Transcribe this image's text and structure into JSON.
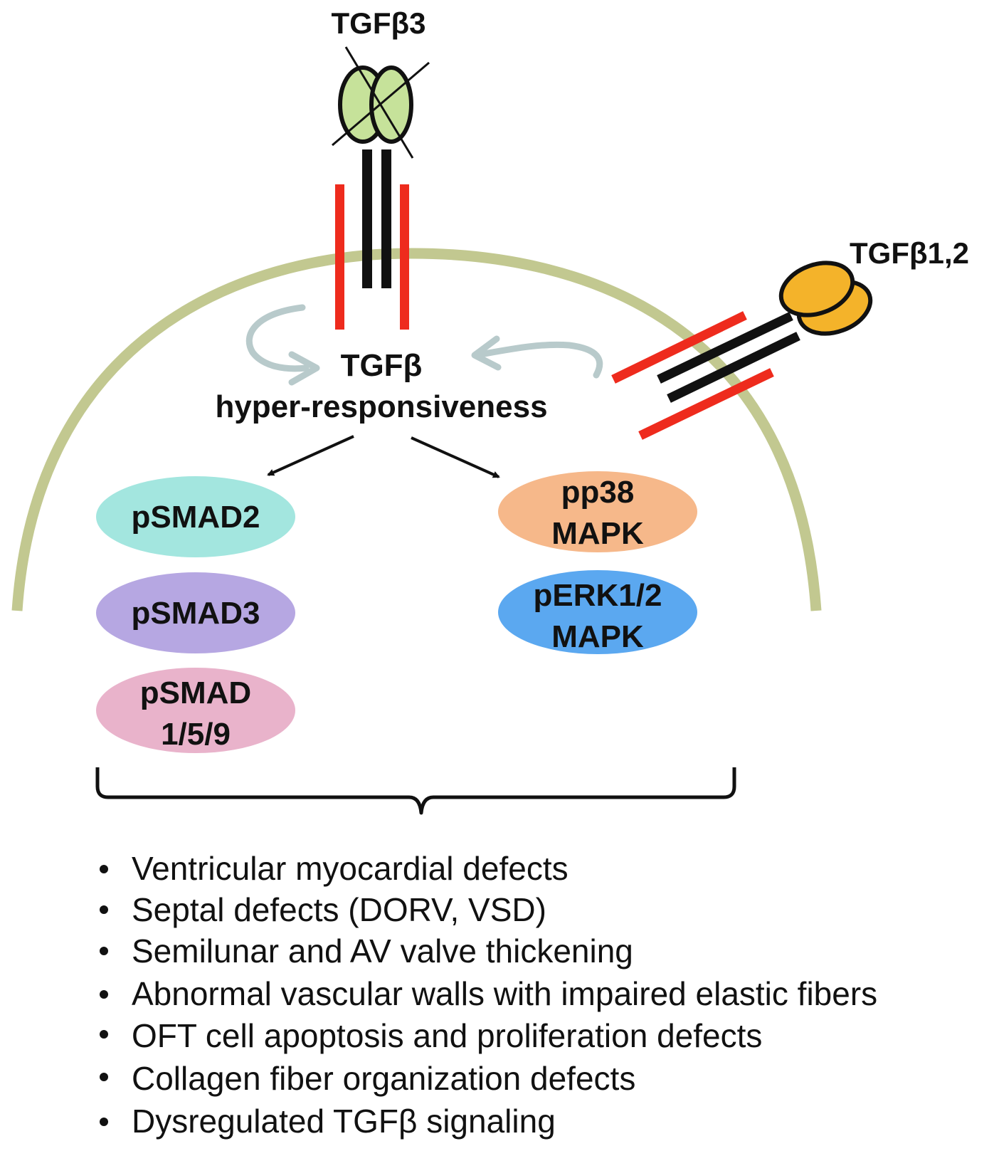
{
  "ligands": {
    "tgfb3": {
      "label": "TGFβ3",
      "crossed_out": true,
      "color": "#c6e29a"
    },
    "tgfb12": {
      "label": "TGFβ1,2",
      "color": "#f4b32a"
    }
  },
  "center": {
    "line1": "TGFβ",
    "line2": "hyper-responsiveness"
  },
  "effectors": {
    "smad": [
      {
        "lines": [
          "pSMAD2"
        ],
        "color": "#a3e6df"
      },
      {
        "lines": [
          "pSMAD3"
        ],
        "color": "#b6a7e2"
      },
      {
        "lines": [
          "pSMAD",
          "1/5/9"
        ],
        "color": "#e9b3cb"
      }
    ],
    "mapk": [
      {
        "lines": [
          "pp38",
          "MAPK"
        ],
        "color": "#f6b88a"
      },
      {
        "lines": [
          "pERK1/2",
          "MAPK"
        ],
        "color": "#5ba8f0"
      }
    ]
  },
  "outcomes": [
    "Ventricular myocardial defects",
    "Septal defects (DORV, VSD)",
    "Semilunar and AV valve thickening",
    "Abnormal vascular walls with impaired elastic fibers",
    "OFT cell apoptosis and proliferation defects",
    "Collagen fiber organization defects",
    "Dysregulated TGFβ signaling"
  ],
  "colors": {
    "membrane": "#c2c890",
    "receptor": "#ee2b1d",
    "feedback_arrow": "#b8cacb"
  }
}
